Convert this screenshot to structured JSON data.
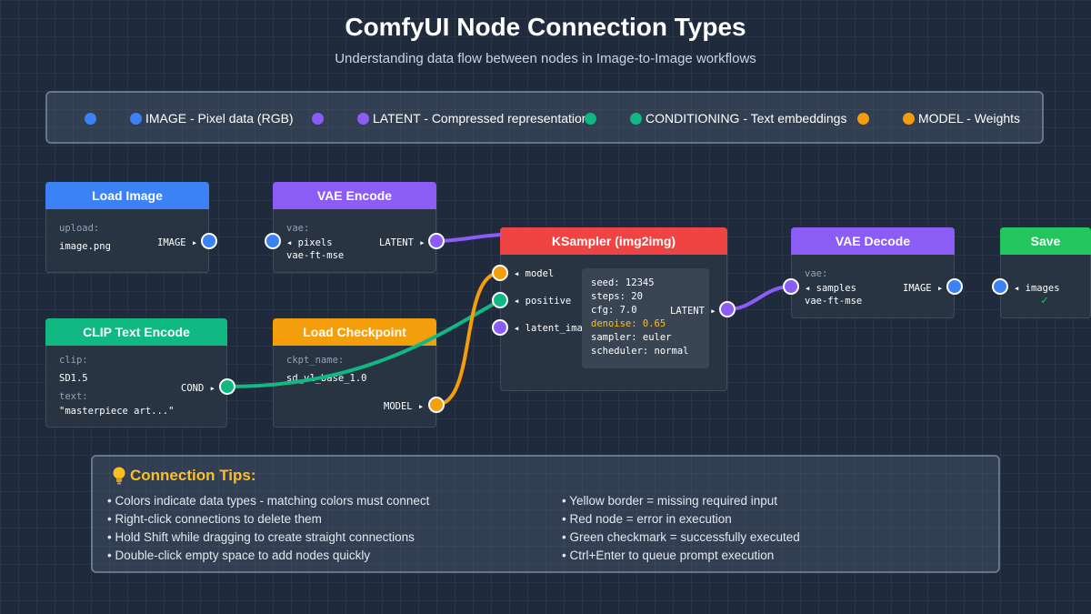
{
  "header": {
    "title": "ComfyUI Node Connection Types",
    "subtitle": "Understanding data flow between nodes in Image-to-Image workflows"
  },
  "colors": {
    "image": "#3b82f6",
    "latent": "#8b5cf6",
    "conditioning": "#10b981",
    "model": "#f59e0b",
    "error": "#ef4444",
    "save": "#22c55e"
  },
  "legend": {
    "image": "IMAGE - Pixel data (RGB)",
    "latent": "LATENT - Compressed representation",
    "conditioning": "CONDITIONING - Text embeddings",
    "model": "MODEL - Weights"
  },
  "nodes": {
    "load_image": {
      "title": "Load Image",
      "label": "upload:",
      "value": "image.png",
      "out": "IMAGE ▸"
    },
    "vae_encode": {
      "title": "VAE Encode",
      "label": "vae:",
      "in": "◂ pixels",
      "value": "vae-ft-mse",
      "out": "LATENT ▸"
    },
    "ksampler": {
      "title": "KSampler (img2img)",
      "inputs": [
        "◂ model",
        "◂ positive",
        "◂ latent_image"
      ],
      "out": "LATENT ▸",
      "params": [
        "seed: 12345",
        "steps: 20",
        "cfg: 7.0",
        "denoise: 0.65",
        "sampler: euler",
        "scheduler: normal"
      ]
    },
    "vae_decode": {
      "title": "VAE Decode",
      "label": "vae:",
      "in": "◂ samples",
      "value": "vae-ft-mse",
      "out": "IMAGE ▸"
    },
    "save": {
      "title": "Save",
      "in": "◂ images",
      "check": "✓"
    },
    "clip": {
      "title": "CLIP Text Encode",
      "label1": "clip:",
      "value1": "SD1.5",
      "label2": "text:",
      "value2": "\"masterpiece art...\"",
      "out": "COND ▸"
    },
    "checkpoint": {
      "title": "Load Checkpoint",
      "label": "ckpt_name:",
      "value": "sd_v1_base_1.0",
      "out": "MODEL ▸"
    }
  },
  "tips": {
    "icon": "lightbulb-icon",
    "title": "Connection Tips:",
    "left": [
      "• Colors indicate data types - matching colors must connect",
      "• Right-click connections to delete them",
      "• Hold Shift while dragging to create straight connections",
      "• Double-click empty space to add nodes quickly"
    ],
    "right": [
      "• Yellow border = missing required input",
      "• Red node = error in execution",
      "• Green checkmark = successfully executed",
      "• Ctrl+Enter to queue prompt execution"
    ]
  }
}
